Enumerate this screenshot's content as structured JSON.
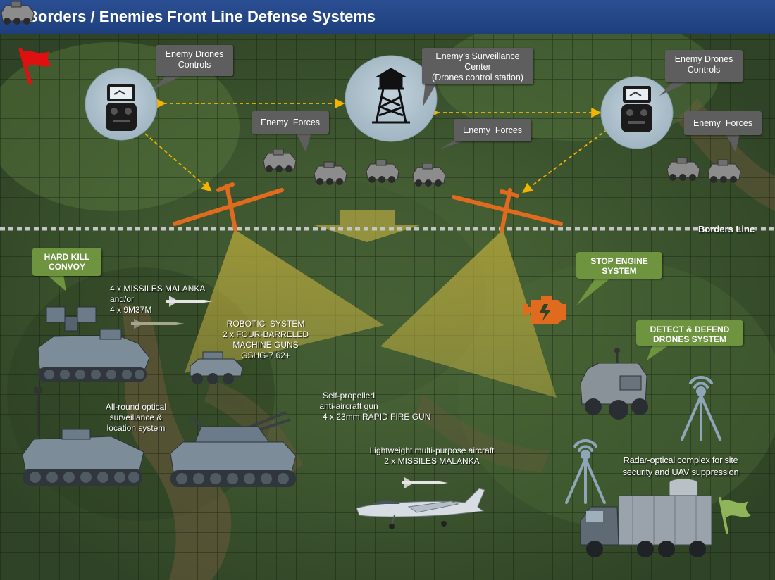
{
  "header": {
    "title": "Borders / Enemies Front Line Defense Systems"
  },
  "enemy": {
    "drones_controls_left": [
      "Enemy Drones",
      "Controls"
    ],
    "drones_controls_right": [
      "Enemy Drones",
      "Controls"
    ],
    "surveillance_center": [
      "Enemy’s Surveillance",
      "Center",
      "(Drones control station)"
    ],
    "forces_left": "Enemy  Forces",
    "forces_center": "Enemy  Forces",
    "forces_right": "Enemy  Forces"
  },
  "borders_line": "Borders Line",
  "tags": {
    "hard_kill": [
      "HARD KILL",
      "CONVOY"
    ],
    "stop_engine": [
      "STOP ENGINE",
      "SYSTEM"
    ],
    "detect_defend": [
      "DETECT & DEFEND",
      "DRONES SYSTEM"
    ]
  },
  "labels": {
    "missiles": [
      "4 x MISSILES MALANKA",
      "and/or",
      "4 x 9M37M"
    ],
    "robotic": [
      "ROBOTIC  SYSTEM",
      "2 x FOUR-BARRELED",
      "MACHINE GUNS",
      "GSHG-7.62+"
    ],
    "optical": [
      "All-round optical",
      "surveillance &",
      "location system"
    ],
    "anti_aircraft": [
      "Self-propelled",
      "anti-aircraft gun",
      "4 x 23mm RAPID FIRE GUN"
    ],
    "aircraft": [
      "Lightweight multi-purpose aircraft",
      "2 x MISSILES MALANKA"
    ],
    "radar": [
      "Radar-optical complex for site",
      "security and UAV suppression"
    ]
  },
  "colors": {
    "header": "#2b4f93",
    "callout": "#5e5e5e",
    "tag": "#6e9440",
    "drone": "#e06a1e",
    "arrow": "#f2b400",
    "flag_enemy": "#e01010",
    "flag_own": "#8fb45a",
    "engine": "#e06a1e"
  },
  "icons": [
    "remote-controller-icon",
    "watchtower-icon",
    "drone-icon",
    "engine-icon",
    "radar-antenna-icon",
    "flag-icon",
    "missile-icon"
  ]
}
